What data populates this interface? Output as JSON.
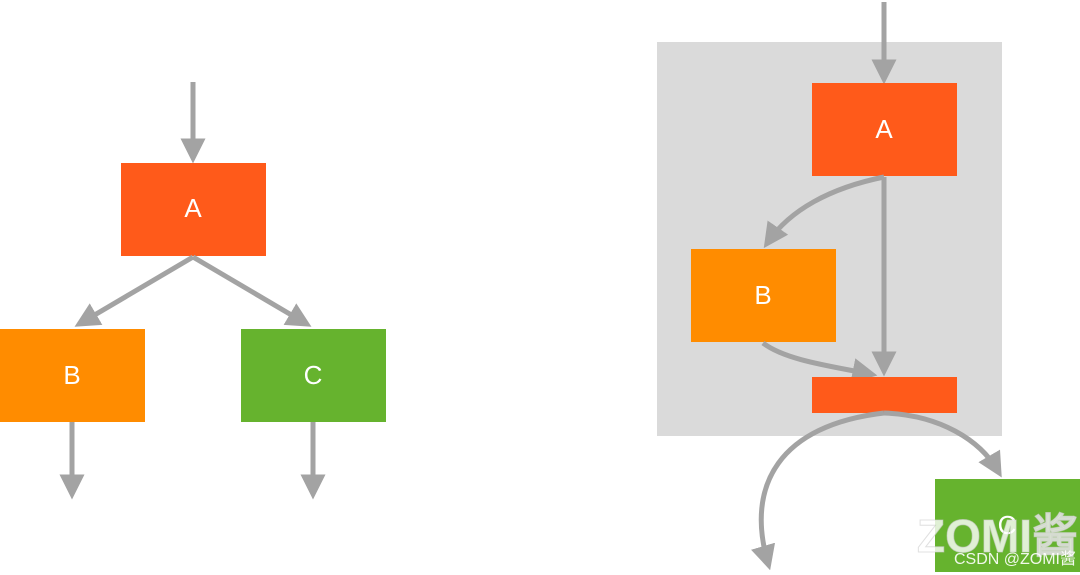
{
  "colors": {
    "node_a": "#ff5a1a",
    "node_b": "#ff8c00",
    "node_c": "#66b32e",
    "edge": "#a3a3a3",
    "region": "#dadada"
  },
  "left_graph": {
    "nodes": {
      "a": "A",
      "b": "B",
      "c": "C"
    }
  },
  "right_graph": {
    "nodes": {
      "a": "A",
      "b": "B",
      "c": "C"
    }
  },
  "watermark": {
    "logo": "ZOMI酱",
    "credit": "CSDN @ZOMI酱"
  }
}
